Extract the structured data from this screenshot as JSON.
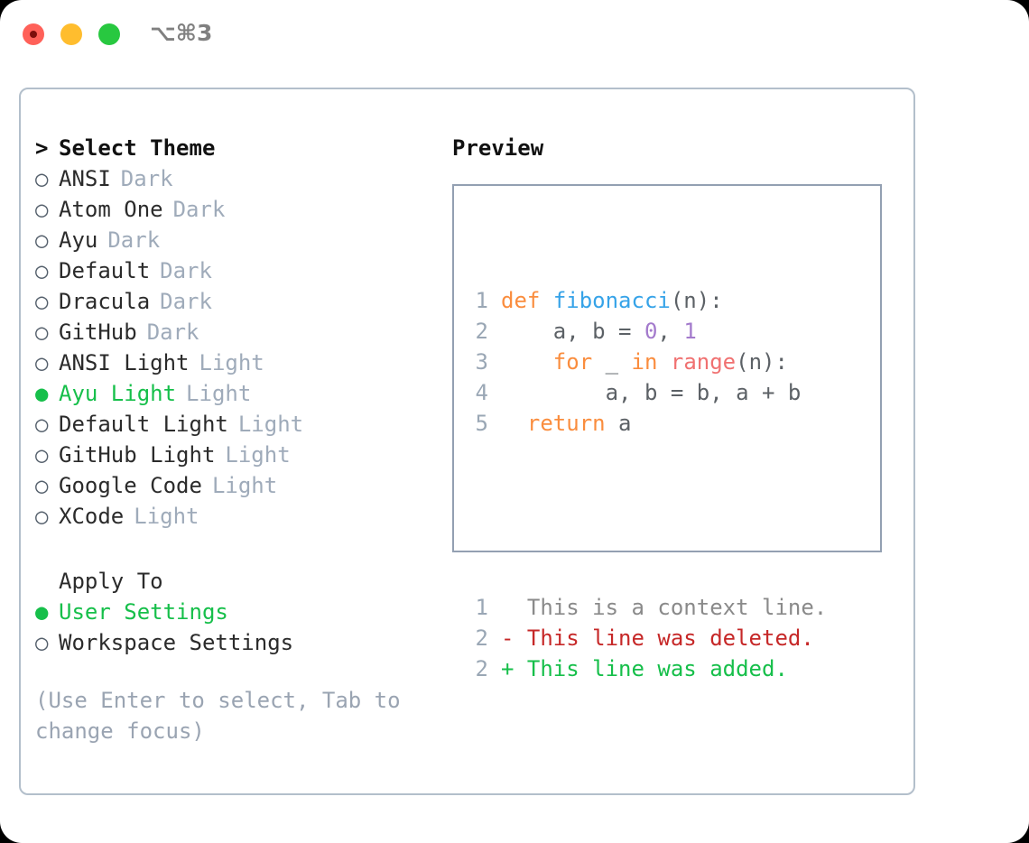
{
  "titlebar": {
    "shortcut": "⌥⌘3",
    "lights": [
      "close-red",
      "minimize-yellow",
      "maximize-green"
    ]
  },
  "theme_picker": {
    "heading_marker": ">",
    "heading": "Select Theme",
    "marker_selected": "●",
    "marker_unselected": "○",
    "items": [
      {
        "name": "ANSI",
        "variant": "Dark",
        "selected": false
      },
      {
        "name": "Atom One",
        "variant": "Dark",
        "selected": false
      },
      {
        "name": "Ayu",
        "variant": "Dark",
        "selected": false
      },
      {
        "name": "Default",
        "variant": "Dark",
        "selected": false
      },
      {
        "name": "Dracula",
        "variant": "Dark",
        "selected": false
      },
      {
        "name": "GitHub",
        "variant": "Dark",
        "selected": false
      },
      {
        "name": "ANSI Light",
        "variant": "Light",
        "selected": false
      },
      {
        "name": "Ayu Light",
        "variant": "Light",
        "selected": true
      },
      {
        "name": "Default Light",
        "variant": "Light",
        "selected": false
      },
      {
        "name": "GitHub Light",
        "variant": "Light",
        "selected": false
      },
      {
        "name": "Google Code",
        "variant": "Light",
        "selected": false
      },
      {
        "name": "XCode",
        "variant": "Light",
        "selected": false
      }
    ]
  },
  "apply_to": {
    "heading": "Apply To",
    "items": [
      {
        "name": "User Settings",
        "selected": true
      },
      {
        "name": "Workspace Settings",
        "selected": false
      }
    ]
  },
  "hint": "(Use Enter to select, Tab to change focus)",
  "preview": {
    "title": "Preview",
    "code_lines": [
      {
        "number": "1",
        "tokens": [
          {
            "text": "def",
            "type": "kw"
          },
          {
            "text": " ",
            "type": "txt"
          },
          {
            "text": "fibonacci",
            "type": "fn"
          },
          {
            "text": "(n):",
            "type": "punc"
          }
        ]
      },
      {
        "number": "2",
        "tokens": [
          {
            "text": "    a, b = ",
            "type": "txt"
          },
          {
            "text": "0",
            "type": "num"
          },
          {
            "text": ", ",
            "type": "txt"
          },
          {
            "text": "1",
            "type": "num"
          }
        ]
      },
      {
        "number": "3",
        "tokens": [
          {
            "text": "    ",
            "type": "txt"
          },
          {
            "text": "for",
            "type": "kw"
          },
          {
            "text": " _ ",
            "type": "txt"
          },
          {
            "text": "in",
            "type": "kw"
          },
          {
            "text": " ",
            "type": "txt"
          },
          {
            "text": "range",
            "type": "call"
          },
          {
            "text": "(n):",
            "type": "punc"
          }
        ]
      },
      {
        "number": "4",
        "tokens": [
          {
            "text": "        a, b = b, a + b",
            "type": "txt"
          }
        ]
      },
      {
        "number": "5",
        "tokens": [
          {
            "text": "  ",
            "type": "txt"
          },
          {
            "text": "return",
            "type": "kw"
          },
          {
            "text": " a",
            "type": "txt"
          }
        ]
      }
    ],
    "diff_lines": [
      {
        "number": "1",
        "sign": " ",
        "text": " This is a context line.",
        "kind": "context"
      },
      {
        "number": "2",
        "sign": "-",
        "text": " This line was deleted.",
        "kind": "deleted"
      },
      {
        "number": "2",
        "sign": "+",
        "text": " This line was added.",
        "kind": "added"
      }
    ]
  },
  "colors": {
    "accent_green": "#16bf4a",
    "keyword_orange": "#fa8d3e",
    "function_blue": "#36a3e8",
    "number_purple": "#a37acc",
    "call_red": "#f07171",
    "diff_deleted": "#c62828",
    "diff_added": "#16bf4a",
    "muted_gray": "#9fabba",
    "border_gray": "#b3bfcb"
  }
}
